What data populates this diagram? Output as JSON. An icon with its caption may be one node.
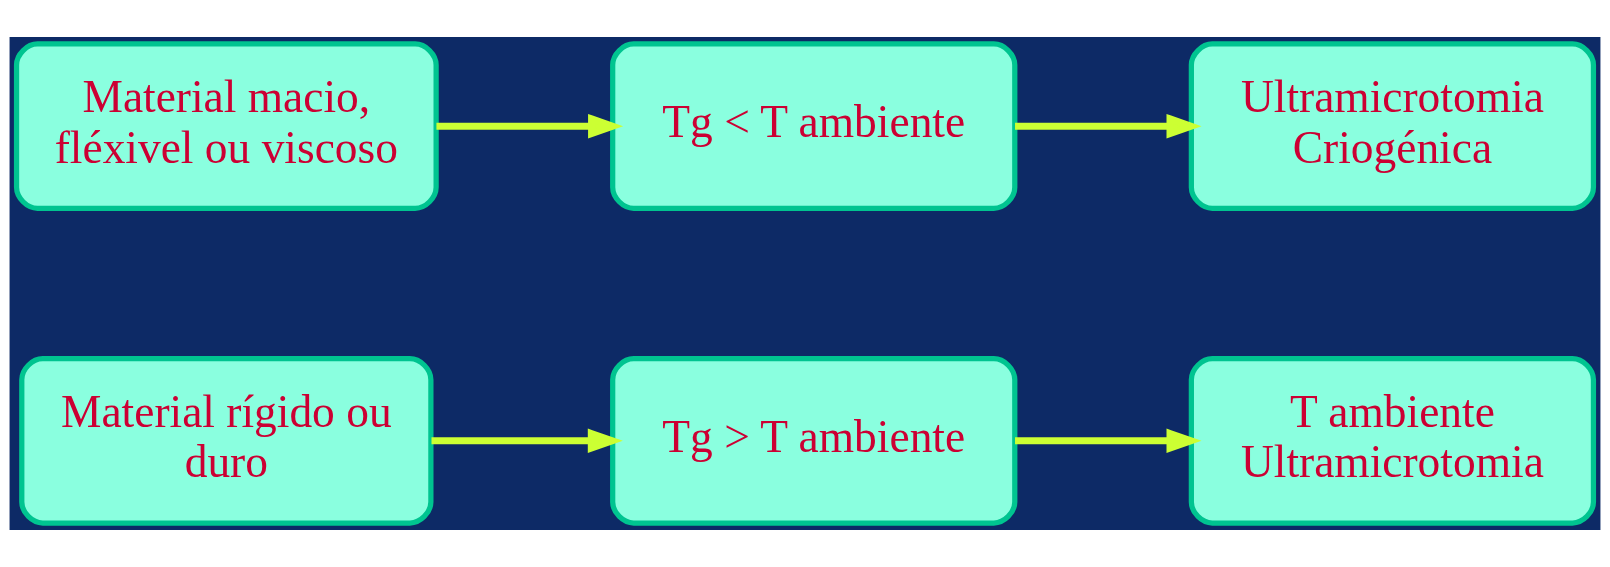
{
  "diagram": {
    "nodes": [
      {
        "text": [
          "Material rígido ou duro"
        ]
      },
      {
        "text": [
          "Tg > T ambiente"
        ]
      },
      {
        "text": [
          "T ambiente Ultramicrotomia"
        ]
      },
      {
        "text": [
          "Material macio, fléxivel ou viscoso"
        ]
      },
      {
        "text": [
          "Tg < T ambiente"
        ]
      },
      {
        "text": [
          "Ultramicrotomia Criogénica"
        ]
      }
    ],
    "edges": [
      {
        "from": 0,
        "to": 1,
        "arrow": "to"
      },
      {
        "from": 1,
        "to": 2,
        "arrow": "to"
      },
      {
        "from": 3,
        "to": 4,
        "arrow": "to"
      },
      {
        "from": 4,
        "to": 5,
        "arrow": "to"
      }
    ]
  }
}
